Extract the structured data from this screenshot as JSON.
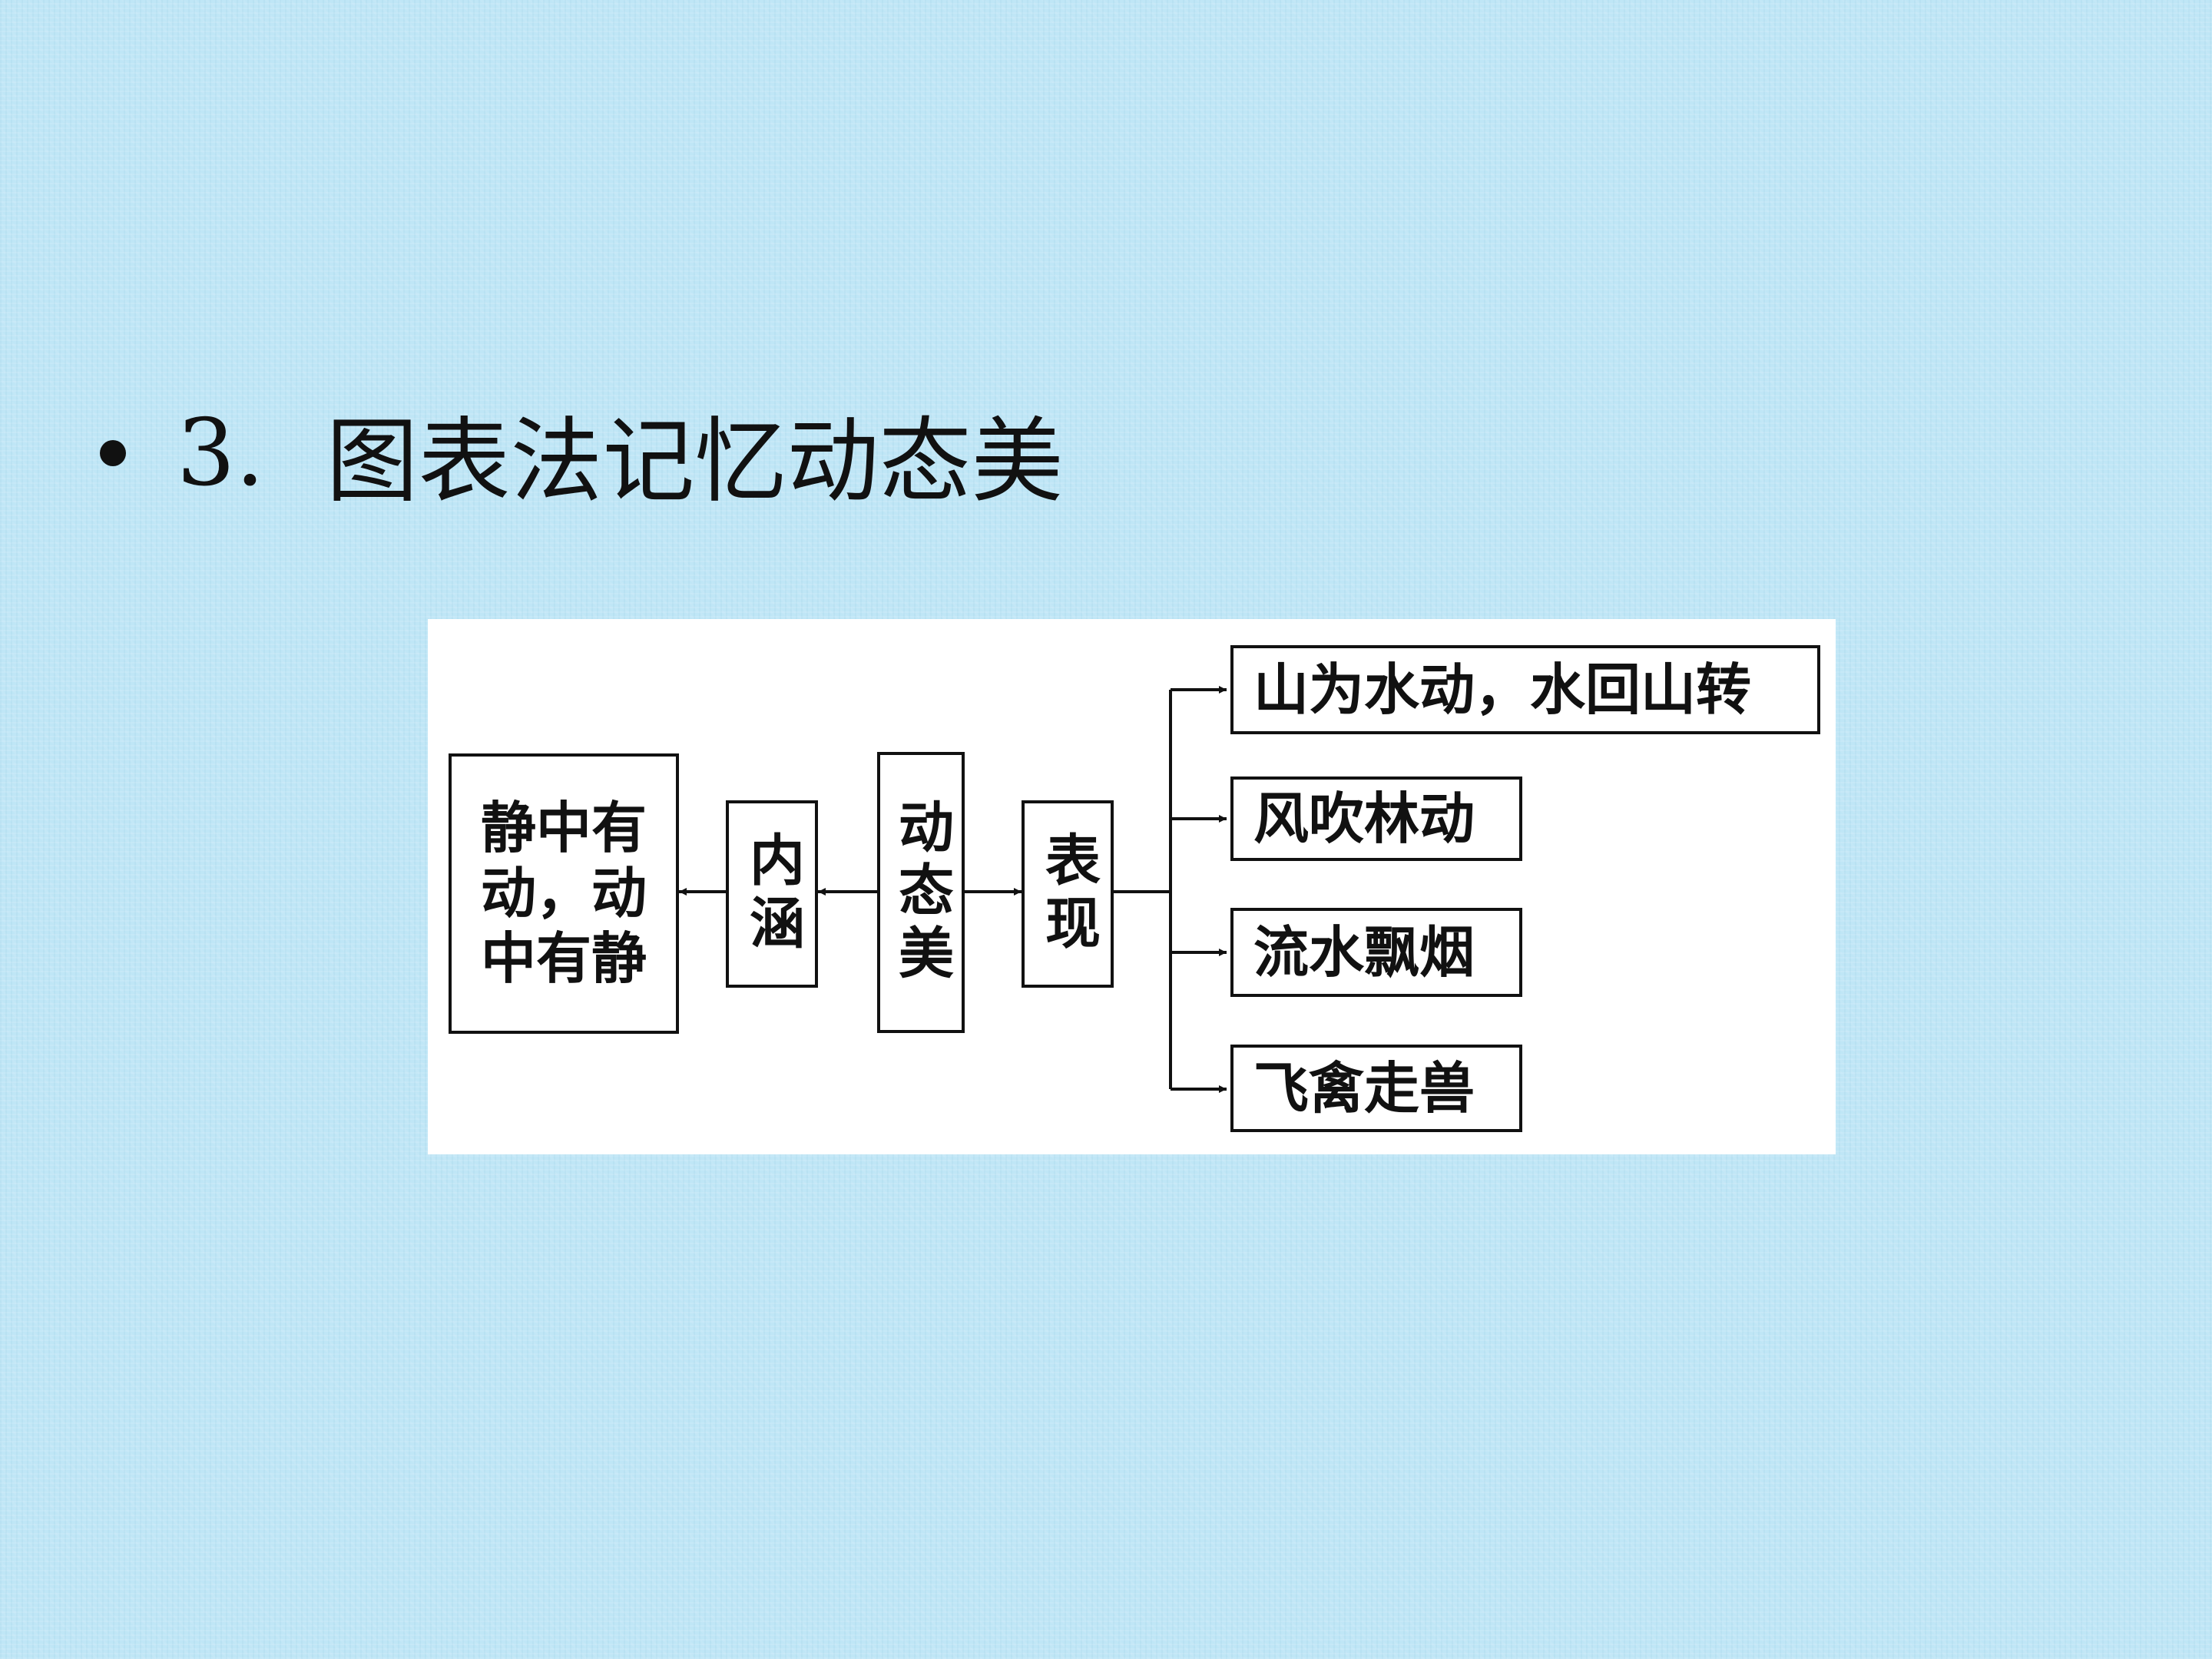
{
  "title": {
    "number": "3.",
    "text": "图表法记忆动态美"
  },
  "diagram": {
    "center": "动态美",
    "left_label": "内涵",
    "left_content": "静中有动，动中有静",
    "right_label": "表现",
    "items": [
      "山为水动，水回山转",
      "风吹林动",
      "流水飘烟",
      "飞禽走兽"
    ]
  }
}
